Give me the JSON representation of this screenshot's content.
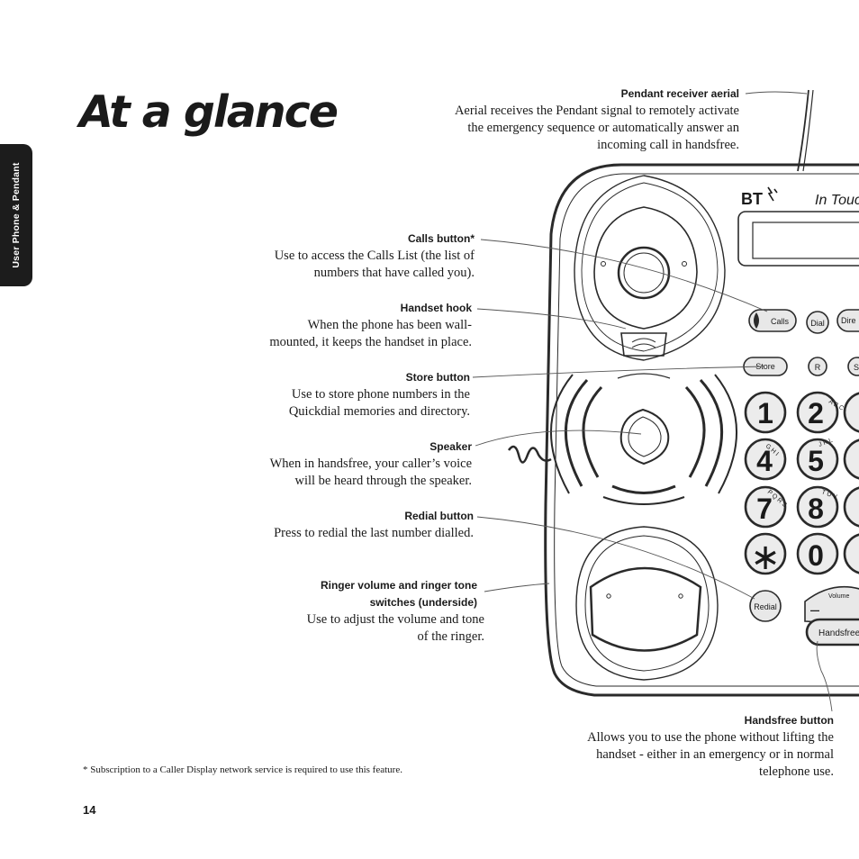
{
  "side_tab": "User Phone & Pendant",
  "title": "At a glance",
  "callouts": {
    "aerial": {
      "label": "Pendant receiver aerial",
      "desc": [
        "Aerial receives the Pendant signal to remotely activate",
        "the emergency sequence or automatically answer an",
        "incoming call in handsfree."
      ]
    },
    "calls": {
      "label": "Calls button*",
      "desc": [
        "Use to access the Calls List (the list of",
        "numbers that have called you)."
      ]
    },
    "hook": {
      "label": "Handset hook",
      "desc": [
        "When the phone has been wall-",
        "mounted, it keeps the handset in place."
      ]
    },
    "store": {
      "label": "Store button",
      "desc": [
        "Use to store phone numbers in the",
        "Quickdial memories and directory."
      ]
    },
    "speaker": {
      "label": "Speaker",
      "desc": [
        "When in handsfree, your caller’s voice",
        "will be heard through the speaker."
      ]
    },
    "redial": {
      "label": "Redial button",
      "desc": [
        "Press to redial the last number dialled."
      ]
    },
    "ringer": {
      "label": [
        "Ringer volume and ringer tone",
        "switches (underside)"
      ],
      "desc": [
        "Use to adjust the volume and tone",
        "of the ringer."
      ]
    },
    "handsfree": {
      "label": "Handsfree button",
      "desc": [
        "Allows you to use the phone without lifting the",
        "handset - either in an emergency or in normal",
        "telephone use."
      ]
    }
  },
  "footnote": "* Subscription to a Caller Display network service is required to use this feature.",
  "page_number": "14",
  "phone": {
    "brand": "BT",
    "model_text": "In Touch",
    "buttons": {
      "calls": "Calls",
      "dial": "Dial",
      "directory": "Dire",
      "store": "Store",
      "r": "R",
      "s": "S",
      "redial": "Redial",
      "volume": "Volume",
      "handsfree": "Handsfree",
      "minus": "–"
    },
    "keys": [
      {
        "digit": "1",
        "letters": ""
      },
      {
        "digit": "2",
        "letters": "A B C"
      },
      {
        "digit": "4",
        "letters": "G H I"
      },
      {
        "digit": "5",
        "letters": "J K L"
      },
      {
        "digit": "7",
        "letters": "P Q R S"
      },
      {
        "digit": "8",
        "letters": "T U V"
      },
      {
        "digit": "∗",
        "letters": ""
      },
      {
        "digit": "0",
        "letters": ""
      }
    ]
  }
}
